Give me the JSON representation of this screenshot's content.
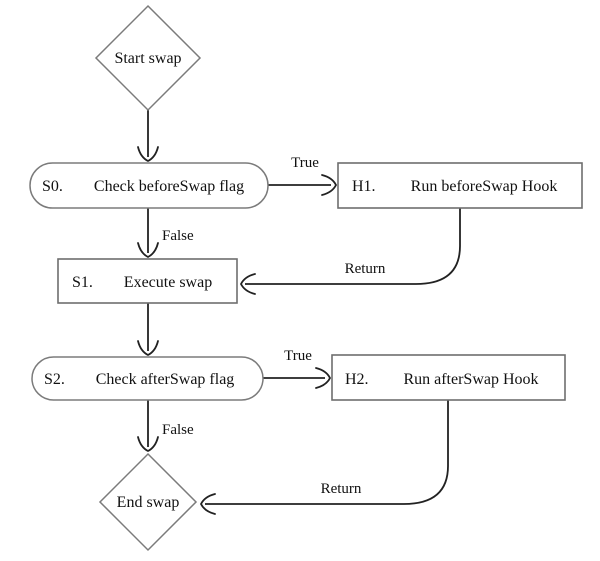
{
  "diagram": {
    "type": "flowchart",
    "colors": {
      "background": "#ffffff",
      "node_border": "#7b7b7b",
      "edge_line": "#222222",
      "text": "#111111"
    },
    "nodes": {
      "start": {
        "shape": "diamond",
        "label": "Start swap"
      },
      "s0": {
        "shape": "stadium",
        "id": "S0.",
        "label": "Check beforeSwap flag"
      },
      "h1": {
        "shape": "rectangle",
        "id": "H1.",
        "label": "Run beforeSwap Hook"
      },
      "s1": {
        "shape": "rectangle",
        "id": "S1.",
        "label": "Execute swap"
      },
      "s2": {
        "shape": "stadium",
        "id": "S2.",
        "label": "Check afterSwap flag"
      },
      "h2": {
        "shape": "rectangle",
        "id": "H2.",
        "label": "Run afterSwap Hook"
      },
      "end": {
        "shape": "diamond",
        "label": "End swap"
      }
    },
    "edges": {
      "start_s0": {
        "from": "start",
        "to": "s0",
        "label": ""
      },
      "s0_h1": {
        "from": "s0",
        "to": "h1",
        "label": "True"
      },
      "s0_s1": {
        "from": "s0",
        "to": "s1",
        "label": "False"
      },
      "h1_s1": {
        "from": "h1",
        "to": "s1",
        "label": "Return"
      },
      "s1_s2": {
        "from": "s1",
        "to": "s2",
        "label": ""
      },
      "s2_h2": {
        "from": "s2",
        "to": "h2",
        "label": "True"
      },
      "s2_end": {
        "from": "s2",
        "to": "end",
        "label": "False"
      },
      "h2_end": {
        "from": "h2",
        "to": "end",
        "label": "Return"
      }
    }
  }
}
